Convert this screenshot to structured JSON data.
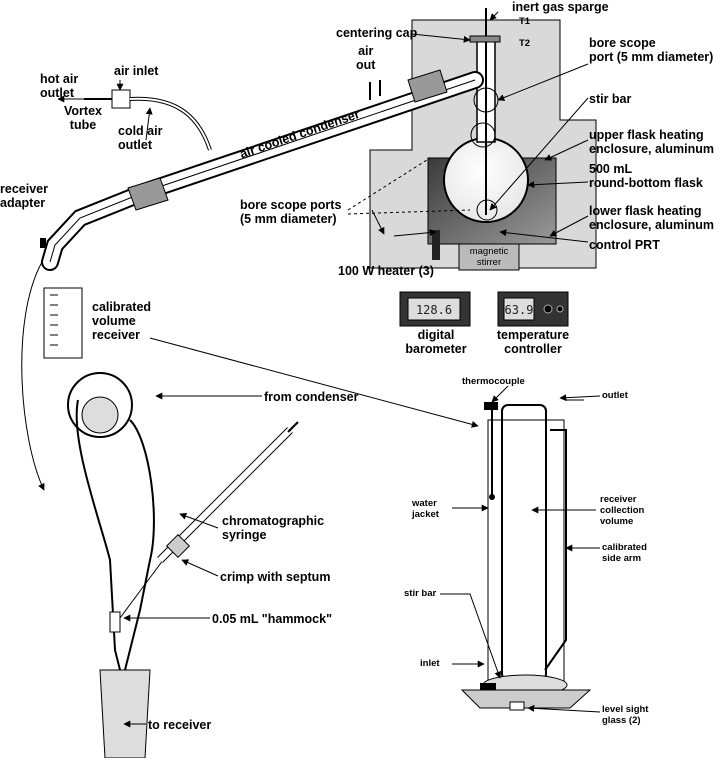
{
  "labels": {
    "inert_gas_sparge": "inert gas sparge",
    "t1": "T1",
    "t2": "T2",
    "centering_cap": "centering cap",
    "air_out": "air\nout",
    "air_inlet": "air inlet",
    "hot_air_outlet": "hot air\noutlet",
    "vortex_tube": "Vortex\ntube",
    "cold_air_outlet": "cold air\noutlet",
    "bore_scope_port": "bore scope\nport (5 mm diameter)",
    "stir_bar_top": "stir bar",
    "upper_enclosure": "upper flask heating\nenclosure, aluminum",
    "flask": "500 mL\nround-bottom flask",
    "lower_enclosure": "lower flask heating\nenclosure, aluminum",
    "control_prt": "control PRT",
    "air_cooled_condenser": "air cooled condenser",
    "receiver_adapter": "receiver\nadapter",
    "bore_scope_ports": "bore scope ports\n(5 mm diameter)",
    "heater": "100 W heater (3)",
    "magnetic_stirrer": "magnetic\nstirrer",
    "digital_barometer": "digital\nbarometer",
    "temperature_controller": "temperature\ncontroller",
    "calibrated_volume_receiver": "calibrated\nvolume\nreceiver",
    "from_condenser": "from condenser",
    "chromatographic_syringe": "chromatographic\nsyringe",
    "crimp_with_septum": "crimp with septum",
    "hammock": "0.05 mL \"hammock\"",
    "to_receiver": "to receiver",
    "thermocouple": "thermocouple",
    "outlet": "outlet",
    "water_jacket": "water\njacket",
    "receiver_collection_volume": "receiver\ncollection\nvolume",
    "calibrated_side_arm": "calibrated\nside arm",
    "stir_bar_bottom": "stir bar",
    "inlet": "inlet",
    "level_sight_glass": "level sight\nglass (2)"
  },
  "displays": {
    "barometer_value": "128.6",
    "controller_value": "63.9"
  },
  "colors": {
    "enclosure_light": "#d9d9d9",
    "enclosure_dark": "#5a5a5a",
    "ink": "#000000"
  }
}
